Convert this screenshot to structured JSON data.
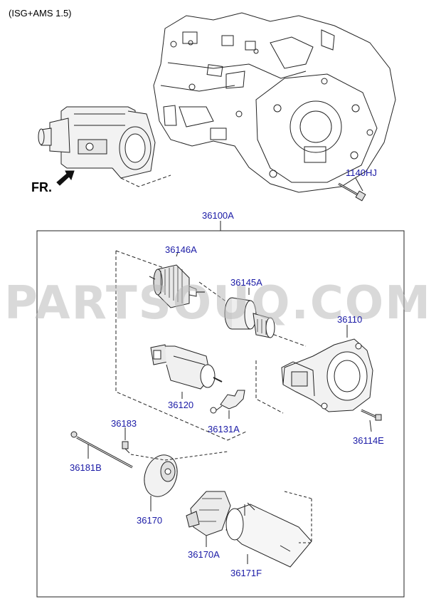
{
  "header": {
    "variant": "(ISG+AMS 1.5)"
  },
  "direction": {
    "front_label": "FR."
  },
  "watermark": "PARTSOUQ.COM",
  "parts": {
    "p1140HJ": "1140HJ",
    "p36100A": "36100A",
    "p36146A": "36146A",
    "p36145A": "36145A",
    "p36110": "36110",
    "p36120": "36120",
    "p36131A": "36131A",
    "p36114E": "36114E",
    "p36183": "36183",
    "p36181B": "36181B",
    "p36170": "36170",
    "p36170A": "36170A",
    "p36171F": "36171F"
  },
  "colors": {
    "part_label": "#1a1aa6",
    "line": "#000000",
    "watermark": "#b9b9b9"
  }
}
